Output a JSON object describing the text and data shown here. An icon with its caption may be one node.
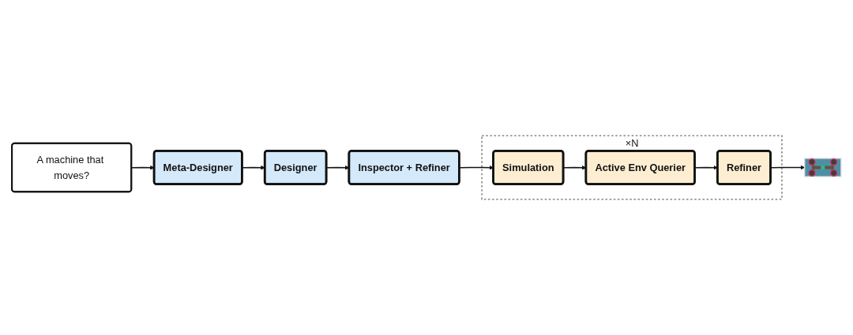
{
  "diagram": {
    "nodes": [
      {
        "text": [
          "A machine that moves?"
        ]
      },
      {
        "text": [
          "Meta-Designer"
        ]
      },
      {
        "text": [
          "Designer"
        ]
      },
      {
        "text": [
          "Inspector + Refiner"
        ]
      },
      {
        "text": [
          "×N"
        ]
      },
      {
        "text": [
          "Refiner"
        ],
        "in": 4
      },
      {
        "text": [
          "Active Env Querier"
        ],
        "in": 4
      },
      {
        "text": [
          "Simulation"
        ],
        "in": 4
      },
      {
        "text": [],
        "shape": "picture"
      }
    ],
    "edges": [
      {
        "from": 0,
        "to": 1,
        "arrow": "to"
      },
      {
        "from": 1,
        "to": 2,
        "arrow": "to"
      },
      {
        "from": 2,
        "to": 3,
        "arrow": "to"
      },
      {
        "from": 3,
        "to": 7,
        "arrow": "to"
      },
      {
        "from": 7,
        "to": 6,
        "arrow": "to"
      },
      {
        "from": 6,
        "to": 5,
        "arrow": "to"
      },
      {
        "from": 5,
        "to": 8,
        "arrow": "to"
      }
    ]
  }
}
